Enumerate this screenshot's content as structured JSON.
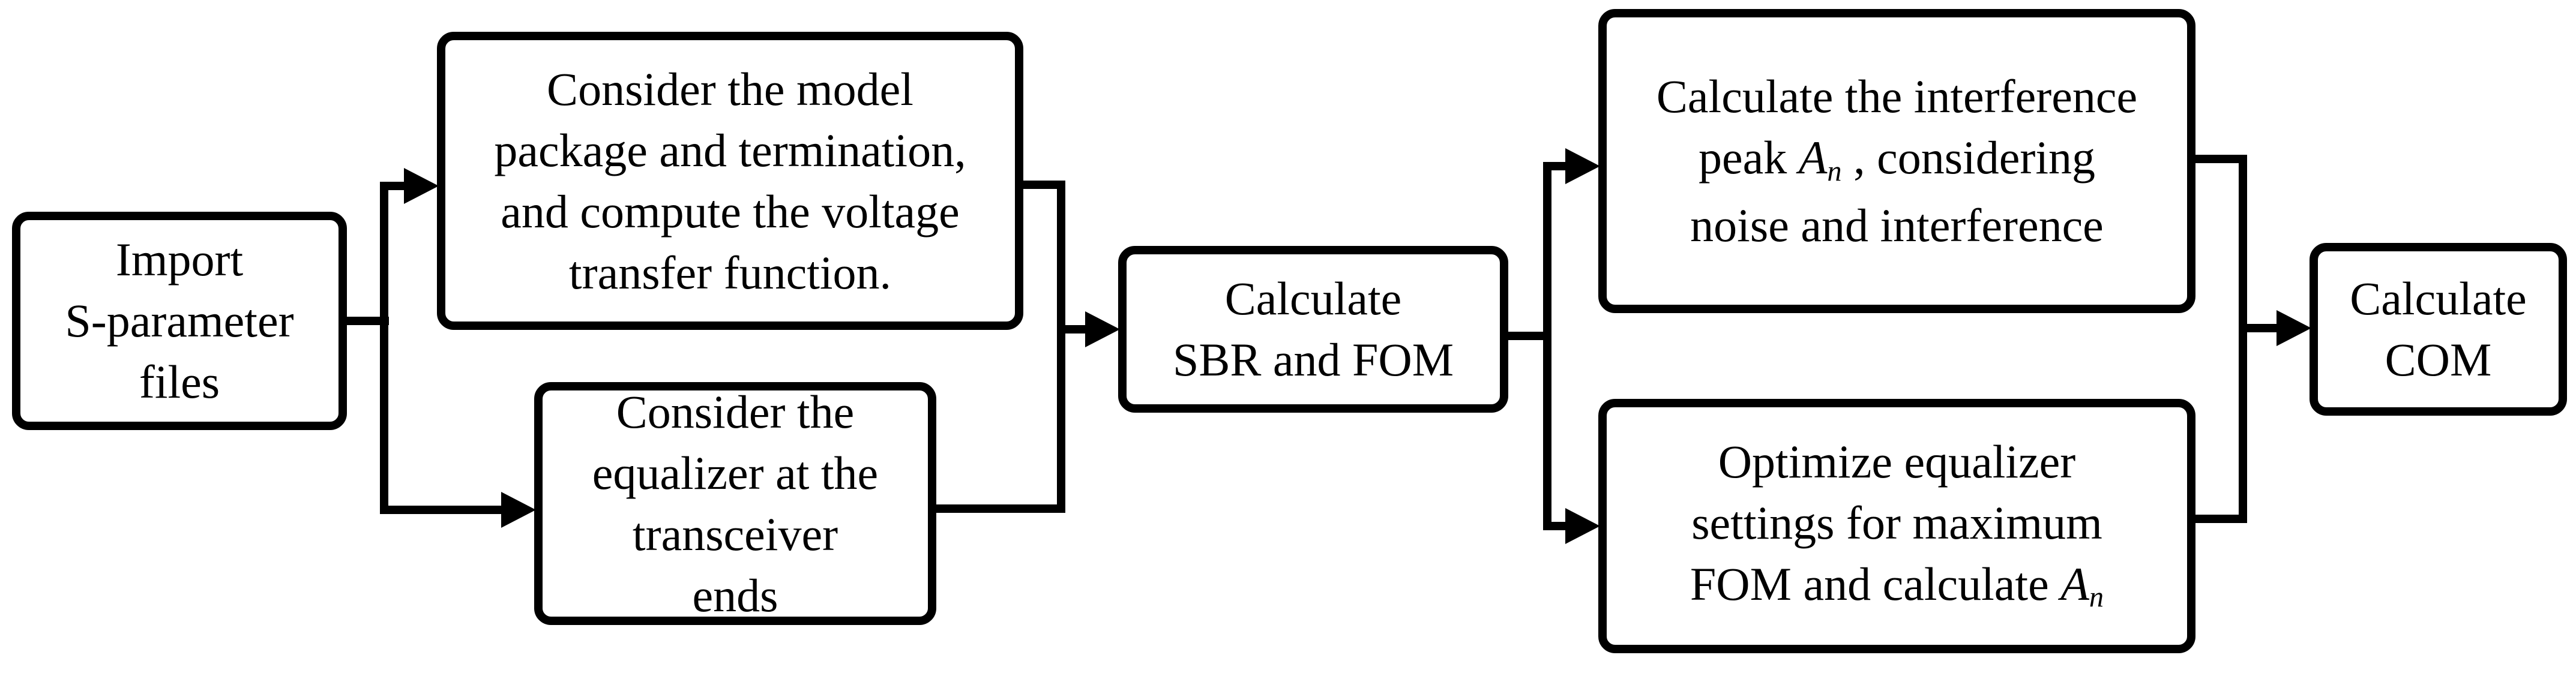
{
  "figure": {
    "type": "flowchart",
    "colors": {
      "ink": "#000000",
      "background": "#ffffff"
    },
    "boxes": {
      "import": {
        "line1": "Import",
        "line2": "S-parameter",
        "line3": "files"
      },
      "model": {
        "line1": "Consider the model",
        "line2": "package and termination,",
        "line3": "and compute the voltage",
        "line4": "transfer function."
      },
      "equalizer": {
        "line1": "Consider the",
        "line2": "equalizer at the",
        "line3": "transceiver",
        "line4": "ends"
      },
      "sbr": {
        "line1": "Calculate",
        "line2": "SBR and FOM"
      },
      "interference": {
        "line1": "Calculate the interference",
        "line2_pre": "peak ",
        "line2_var": "A",
        "line2_sub": "n",
        "line2_post": " , considering",
        "line3": "noise and interference"
      },
      "optimize": {
        "line1": "Optimize equalizer",
        "line2": "settings for maximum",
        "line3_pre": "FOM and calculate ",
        "line3_var": "A",
        "line3_sub": "n"
      },
      "com": {
        "line1": "Calculate",
        "line2": "COM"
      }
    }
  }
}
